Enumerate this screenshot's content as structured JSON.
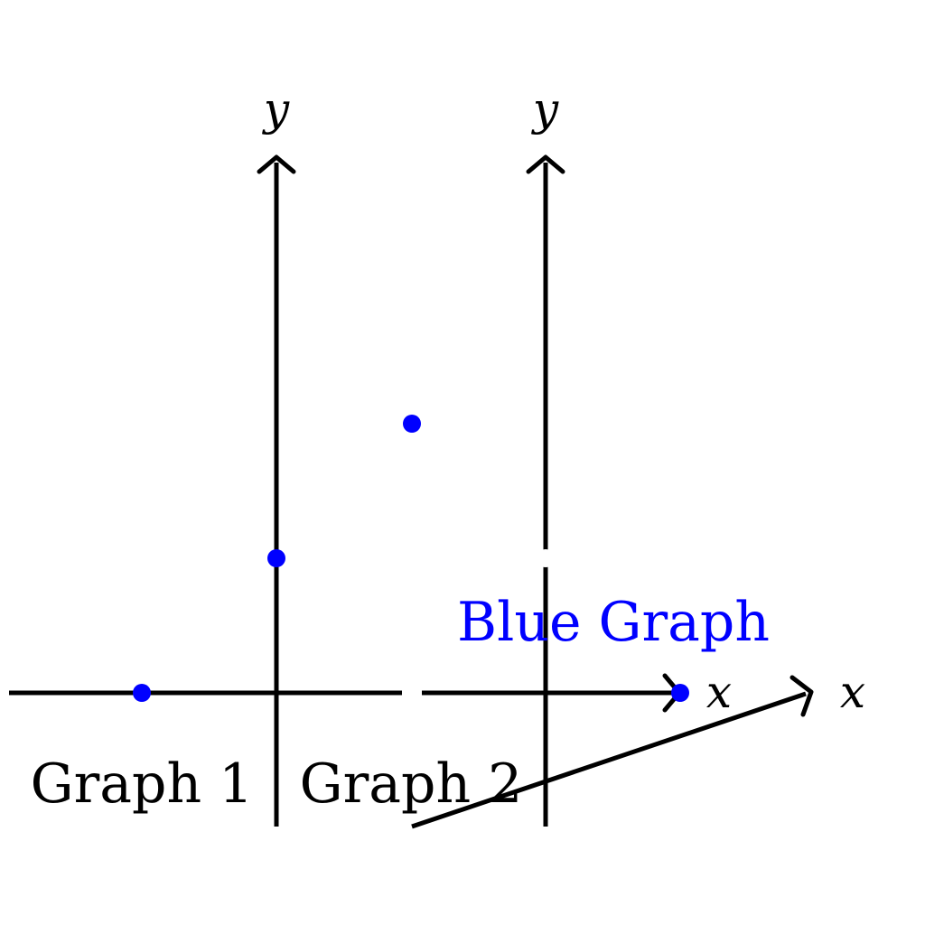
{
  "graph1": {
    "label": "Graph 1",
    "x_axis_label": "x",
    "y_axis_label": "y"
  },
  "graph2": {
    "label": "Graph 2",
    "x_axis_label": "x",
    "y_axis_label": "y"
  },
  "annotation": {
    "label": "Blue Graph"
  },
  "colors": {
    "axis": "#000000",
    "point": "#0000ff",
    "text": "#000000",
    "annotation": "#0000ff",
    "background": "#ffffff"
  }
}
